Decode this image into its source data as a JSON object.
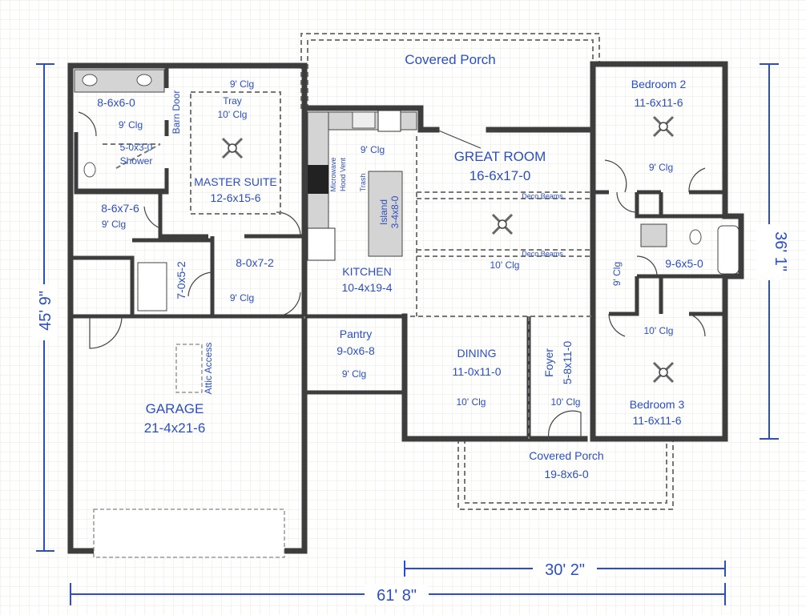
{
  "plan": {
    "dimensions": {
      "overall_depth": "45' 9\"",
      "right_depth": "36' 1\"",
      "overall_width": "61' 8\"",
      "right_width": "30' 2\""
    },
    "rooms": {
      "rear_porch": {
        "name": "Covered Porch"
      },
      "master_bath": {
        "dims": "8-6x6-0",
        "clg": "9' Clg"
      },
      "barn_door": {
        "name": "Barn Door"
      },
      "shower": {
        "dims": "5-0x3-0",
        "name": "Shower"
      },
      "master_suite": {
        "name": "MASTER SUITE",
        "dims": "12-6x15-6",
        "clg": "9' Clg",
        "tray": "Tray",
        "tray_clg": "10' Clg"
      },
      "closet": {
        "dims": "8-6x7-6",
        "clg": "9' Clg"
      },
      "laundry": {
        "dims": "7-0x5-2"
      },
      "mudroom": {
        "dims": "8-0x7-2",
        "clg": "9' Clg"
      },
      "kitchen": {
        "name": "KITCHEN",
        "dims": "10-4x19-4",
        "clg": "9' Clg",
        "microwave": "Microwave",
        "hood": "Hood Vent",
        "trash": "Trash",
        "island": "Island",
        "island_dims": "3-4x8-0"
      },
      "great_room": {
        "name": "GREAT ROOM",
        "dims": "16-6x17-0",
        "clg": "10' Clg",
        "beams1": "Deco Beams",
        "beams2": "Deco Beams"
      },
      "bedroom2": {
        "name": "Bedroom 2",
        "dims": "11-6x11-6",
        "clg": "9' Clg"
      },
      "bath2": {
        "dims": "9-6x5-0"
      },
      "hall": {
        "clg": "9' Clg"
      },
      "bedroom3": {
        "name": "Bedroom 3",
        "dims": "11-6x11-6",
        "clg": "10' Clg"
      },
      "pantry": {
        "name": "Pantry",
        "dims": "9-0x6-8",
        "clg": "9' Clg"
      },
      "dining": {
        "name": "DINING",
        "dims": "11-0x11-0",
        "clg": "10' Clg"
      },
      "foyer": {
        "name": "Foyer",
        "dims": "5-8x11-0",
        "clg": "10' Clg"
      },
      "front_porch": {
        "name": "Covered Porch",
        "dims": "19-8x6-0"
      },
      "garage": {
        "name": "GARAGE",
        "dims": "21-4x21-6",
        "attic": "Attic Access"
      }
    },
    "colors": {
      "label": "#2b4fc0",
      "wall": "#3d3d3d",
      "grid": "#e6e6d8"
    }
  }
}
